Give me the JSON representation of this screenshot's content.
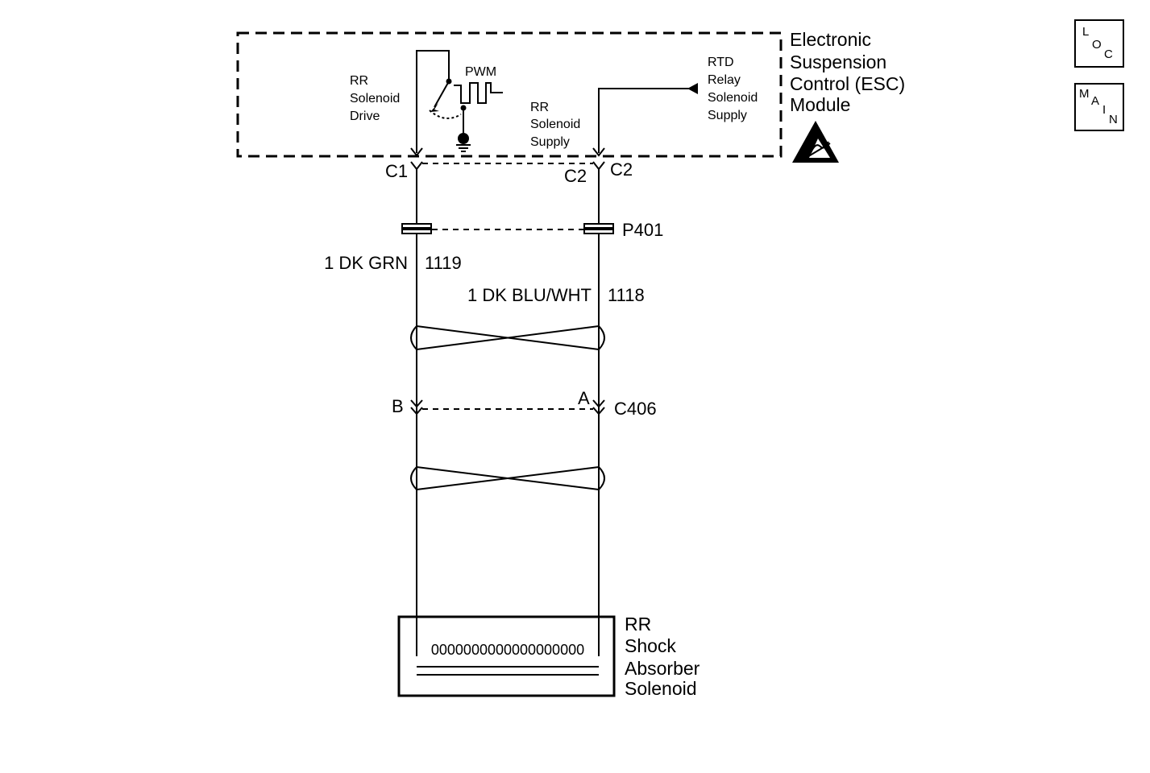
{
  "module": {
    "name_lines": [
      "Electronic",
      "Suspension",
      "Control (ESC)",
      "Module"
    ],
    "drive_label": [
      "RR",
      "Solenoid",
      "Drive"
    ],
    "pwm_label": "PWM",
    "supply_label": [
      "RR",
      "Solenoid",
      "Supply"
    ],
    "relay_label": [
      "RTD",
      "Relay",
      "Solenoid",
      "Supply"
    ],
    "esd_icon": "esd-warning-icon"
  },
  "connectors": {
    "c1_left": "C1",
    "c2_pin": "C2",
    "c2_name": "C2",
    "p401": "P401",
    "c406_pin_b": "B",
    "c406_pin_a": "A",
    "c406_name": "C406"
  },
  "wires": {
    "left_spec": "1 DK GRN",
    "left_circuit": "1119",
    "right_spec": "1 DK BLU/WHT",
    "right_circuit": "1118"
  },
  "component": {
    "name_lines": [
      "RR",
      "Shock",
      "Absorber",
      "Solenoid"
    ],
    "coil_text": "0000000000000000000"
  },
  "nav": {
    "loc": [
      "L",
      "O",
      "C"
    ],
    "main": [
      "M",
      "A",
      "I",
      "N"
    ]
  }
}
